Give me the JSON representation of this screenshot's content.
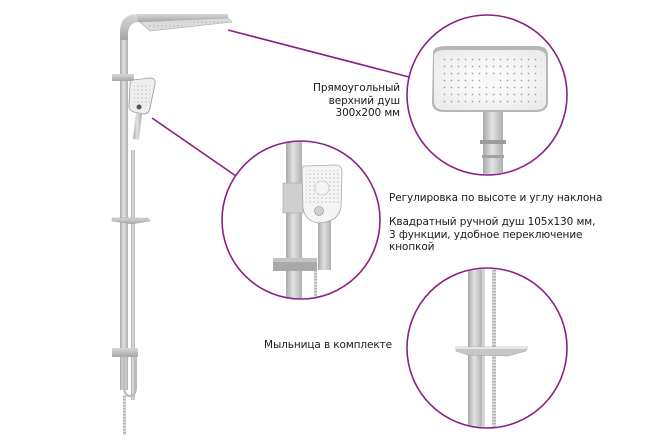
{
  "accent_color": "#8a1f86",
  "product": {
    "name": "shower-system",
    "metal_color": "#c9c9c9",
    "metal_shadow": "#9d9d9d",
    "head_color": "#f4f4f4"
  },
  "callouts": [
    {
      "id": "overhead-shower",
      "lines": [
        "Прямоугольный",
        "верхний душ",
        "300x200 мм"
      ]
    },
    {
      "id": "height-angle",
      "lines": [
        "Регулировка по высоте и углу наклона"
      ]
    },
    {
      "id": "hand-shower",
      "lines": [
        "Квадратный ручной душ 105x130 мм,",
        "3 функции, удобное переключение",
        "кнопкой"
      ]
    },
    {
      "id": "soap-dish",
      "lines": [
        "Мыльница в комплекте"
      ]
    }
  ],
  "text": {
    "overhead_1": "Прямоугольный",
    "overhead_2": "верхний душ",
    "overhead_3": "300x200 мм",
    "height_angle": "Регулировка по высоте и углу наклона",
    "hand_1": "Квадратный ручной душ 105x130 мм,",
    "hand_2": "3 функции, удобное переключение",
    "hand_3": "кнопкой",
    "soap": "Мыльница в комплекте"
  }
}
